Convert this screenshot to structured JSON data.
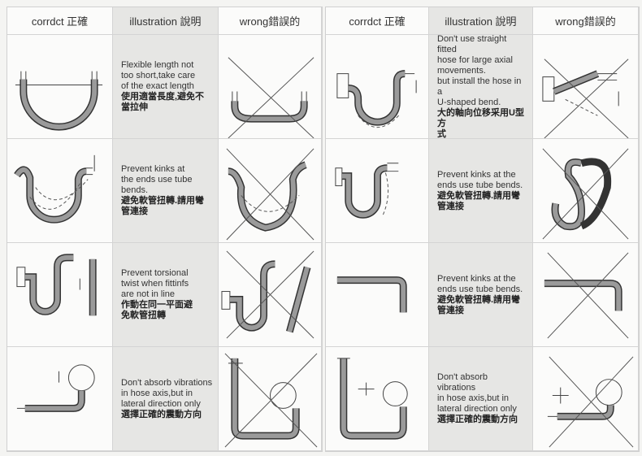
{
  "headers": {
    "correct": "corrdct 正確",
    "illustration": "illustration 說明",
    "wrong": "wrong錯誤的"
  },
  "left": [
    {
      "en": "Flexible length not\ntoo short,take care\nof the exact length",
      "zh": "使用適當長度,避免不\n當拉伸"
    },
    {
      "en": "Prevent kinks at\nthe ends use tube\nbends.",
      "zh": "避免軟管扭轉.請用彎\n管連接"
    },
    {
      "en": "Prevent torsional\ntwist when fittinfs\nare not in line",
      "zh": "作動在同一平面避\n免軟管扭轉"
    },
    {
      "en": "Don't absorb vibrations\nin hose axis,but in\nlateral direction only",
      "zh": "選擇正確的震動方向"
    }
  ],
  "right": [
    {
      "en": "Don't use straight fitted\nhose for large axial\nmovements.\nbut install the hose in a\nU-shaped bend.",
      "zh": "大的軸向位移采用U型方\n式"
    },
    {
      "en": "Prevent kinks at the\nends use tube bends.",
      "zh": "避免軟管扭轉.請用彎\n管連接"
    },
    {
      "en": "Prevent kinks at the\nends use tube bends.",
      "zh": "避免軟管扭轉.請用彎\n管連接"
    },
    {
      "en": "Don't absorb vibrations\nin hose axis,but in\nlateral direction only",
      "zh": "選擇正確的震動方向"
    }
  ]
}
